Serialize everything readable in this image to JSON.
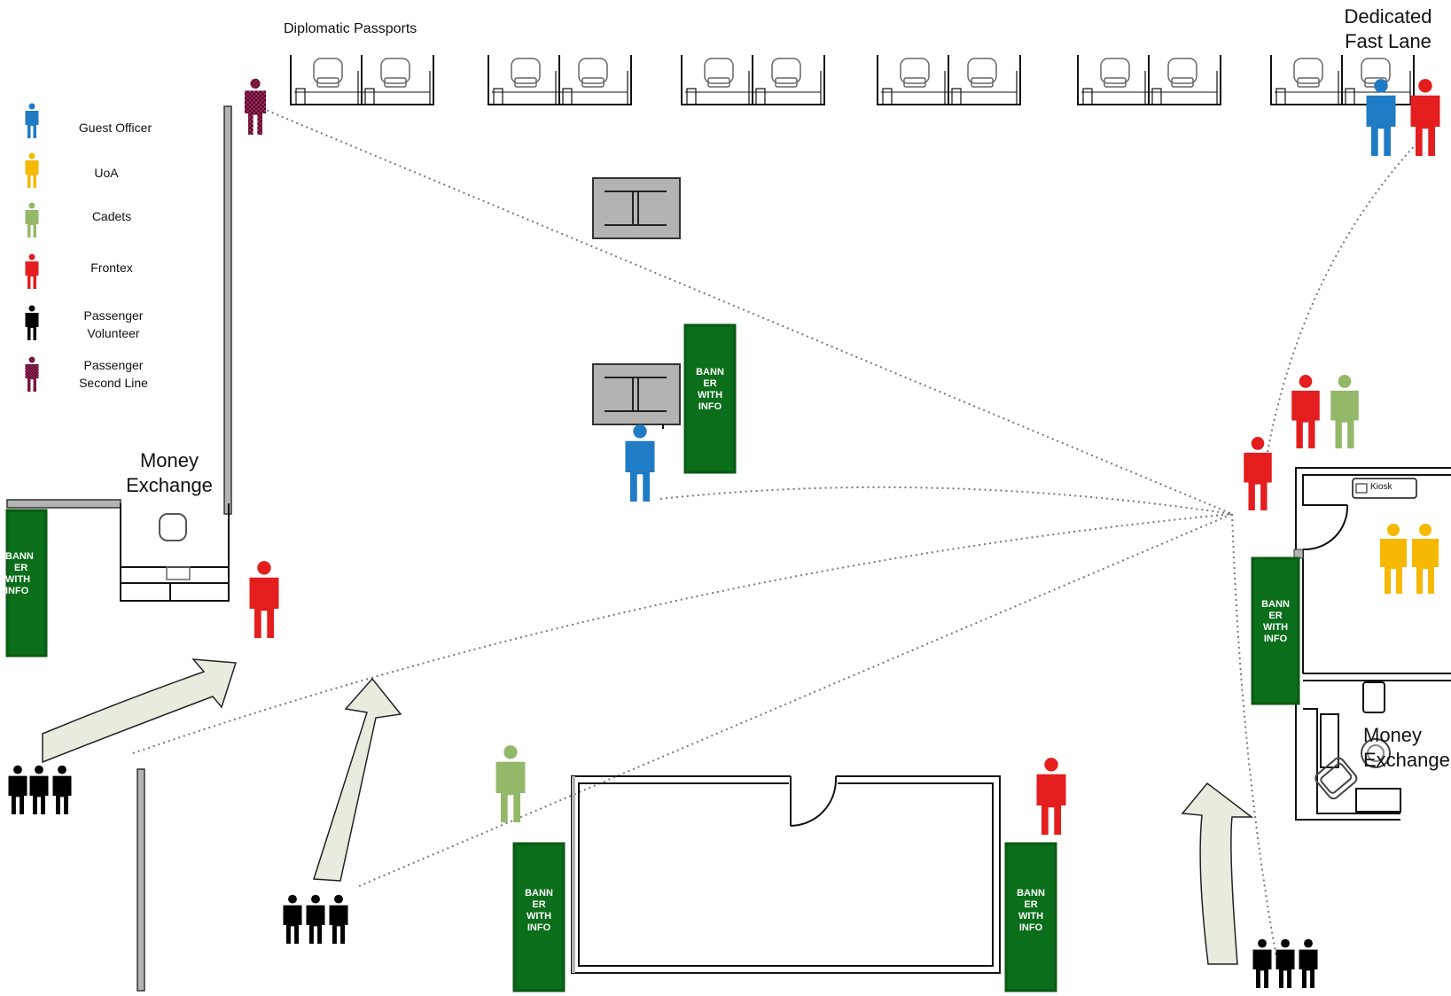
{
  "colors": {
    "guest_officer": "#1f7bc4",
    "uoa": "#f6b800",
    "cadets": "#94b86a",
    "frontex": "#e41e1e",
    "passenger_volunteer": "#000000",
    "passenger_second_line_a": "#d8156b",
    "passenger_second_line_b": "#1a1a1a",
    "banner_fill": "#0a6e1a",
    "banner_border": "#0a5a14",
    "desk_gray": "#b3b3b3",
    "arrow_fill": "#e8ecdf"
  },
  "legend": {
    "guest_officer": "Guest Officer",
    "uoa": "UoA",
    "cadets": "Cadets",
    "frontex": "Frontex",
    "passenger_volunteer_l1": "Passenger",
    "passenger_volunteer_l2": "Volunteer",
    "passenger_second_line_l1": "Passenger",
    "passenger_second_line_l2": "Second Line"
  },
  "labels": {
    "diplomatic_passports": "Diplomatic Passports",
    "dedicated_fast_lane_l1": "Dedicated",
    "dedicated_fast_lane_l2": "Fast Lane",
    "money_exchange_left_l1": "Money",
    "money_exchange_left_l2": "Exchange",
    "money_exchange_right_l1": "Money",
    "money_exchange_right_l2": "Exchange",
    "kiosk": "Kiosk"
  },
  "banner": {
    "l1": "BANN",
    "l2": "ER",
    "l3": "WITH",
    "l4": "INFO",
    "cut_l1": "BANN",
    "cut_l2": "ER",
    "cut_l3": "WITH",
    "cut_l4": "INFO"
  }
}
